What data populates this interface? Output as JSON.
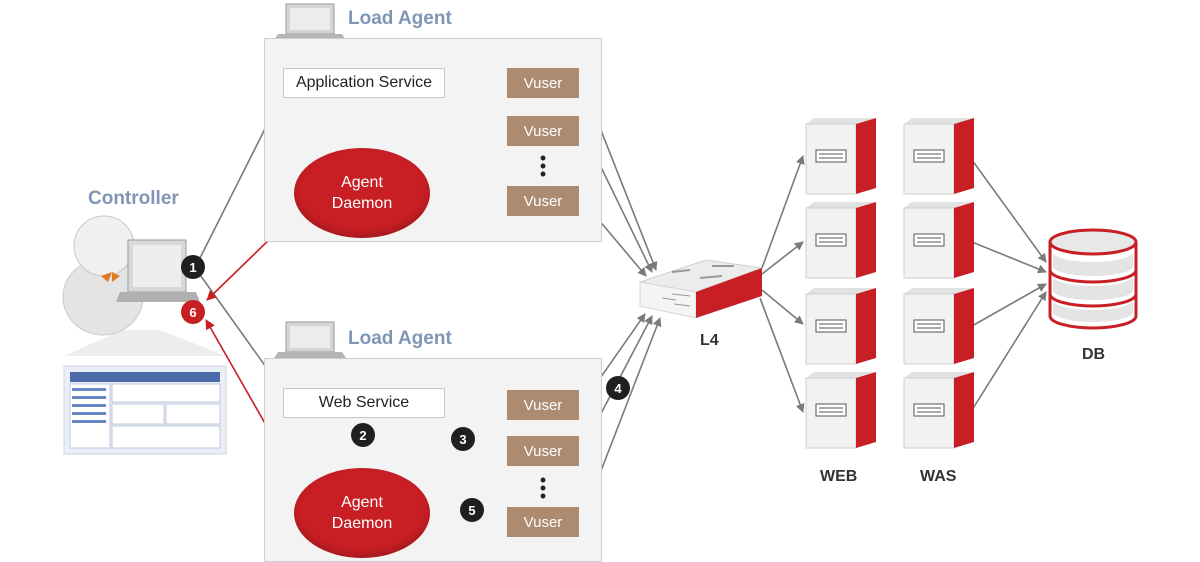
{
  "agents": [
    {
      "title": "Load Agent",
      "service": "Application Service",
      "daemon": "Agent\nDaemon",
      "vusers": [
        "Vuser",
        "Vuser",
        "Vuser"
      ]
    },
    {
      "title": "Load Agent",
      "service": "Web Service",
      "daemon": "Agent\nDaemon",
      "vusers": [
        "Vuser",
        "Vuser",
        "Vuser"
      ]
    }
  ],
  "controller": {
    "title": "Controller"
  },
  "network": {
    "l4": "L4",
    "web": "WEB",
    "was": "WAS",
    "db": "DB"
  },
  "steps": [
    "1",
    "2",
    "3",
    "4",
    "5",
    "6"
  ],
  "icons": {
    "laptop": "laptop-icon",
    "user": "user-figure-icon",
    "server": "server-icon",
    "switch": "l4-switch-icon",
    "database": "database-icon",
    "screenshot": "controller-screen-thumbnail"
  },
  "colors": {
    "accent": "#c81f25",
    "vuser": "#ad8b70",
    "title": "#8096b4",
    "arrow": "#7a7a7a"
  }
}
